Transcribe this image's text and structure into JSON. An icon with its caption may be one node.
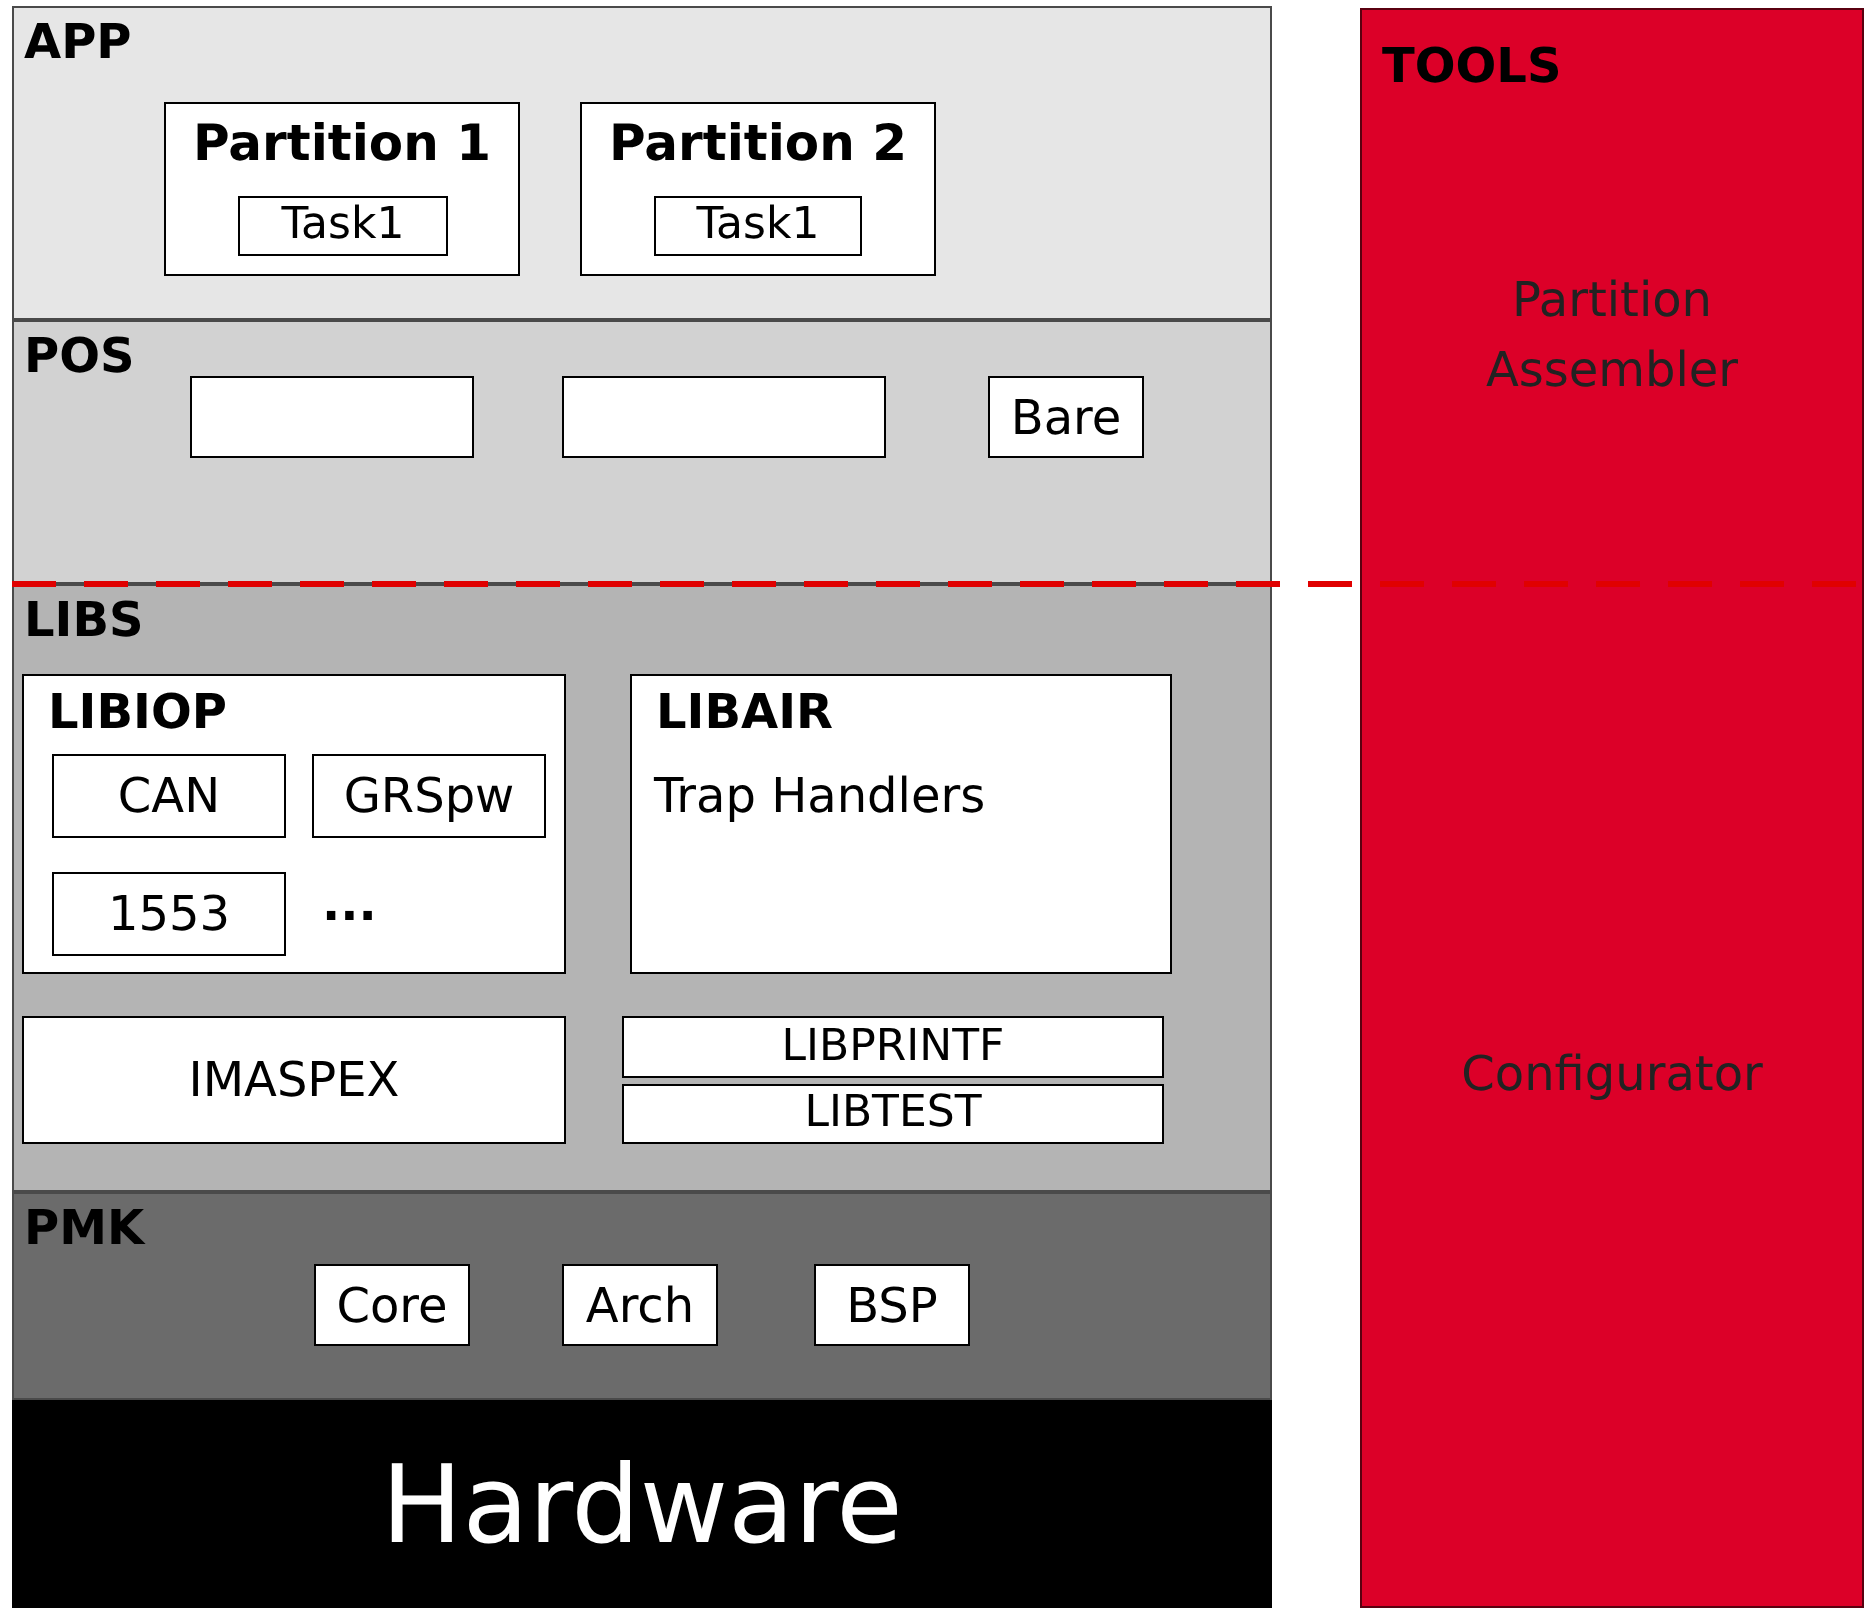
{
  "diagram": {
    "nodes": [
      {
        "text": [
          "APP"
        ]
      },
      {
        "text": [
          "Partition 1"
        ],
        "in": 0
      },
      {
        "text": [
          "Task1"
        ],
        "in": 1
      },
      {
        "text": [
          "Partition 2"
        ],
        "in": 0
      },
      {
        "text": [
          "Task1"
        ],
        "in": 3
      },
      {
        "text": [
          "POS"
        ]
      },
      {
        "text": [],
        "shape": "box",
        "in": 5
      },
      {
        "text": [],
        "shape": "box",
        "in": 5
      },
      {
        "text": [
          "Bare"
        ],
        "in": 5
      },
      {
        "text": [
          "LIBS"
        ]
      },
      {
        "text": [
          "LIBIOP"
        ],
        "in": 9
      },
      {
        "text": [
          "CAN"
        ],
        "in": 10
      },
      {
        "text": [
          "GRSpw"
        ],
        "in": 10
      },
      {
        "text": [
          "1553"
        ],
        "in": 10
      },
      {
        "text": [
          "LIBAIR",
          "Trap Handlers"
        ],
        "in": 9
      },
      {
        "text": [
          "IMASPEX"
        ],
        "in": 9
      },
      {
        "text": [
          "LIBPRINTF"
        ],
        "in": 9
      },
      {
        "text": [
          "LIBTEST"
        ],
        "in": 9
      },
      {
        "text": [
          "PMK"
        ]
      },
      {
        "text": [
          "Core"
        ],
        "in": 18
      },
      {
        "text": [
          "Arch"
        ],
        "in": 18
      },
      {
        "text": [
          "BSP"
        ],
        "in": 18
      },
      {
        "text": [
          "Hardware"
        ]
      },
      {
        "text": [
          "TOOLS",
          "Partition Assembler",
          "Configurator"
        ]
      }
    ],
    "edges": [],
    "labels": [
      "..."
    ]
  }
}
